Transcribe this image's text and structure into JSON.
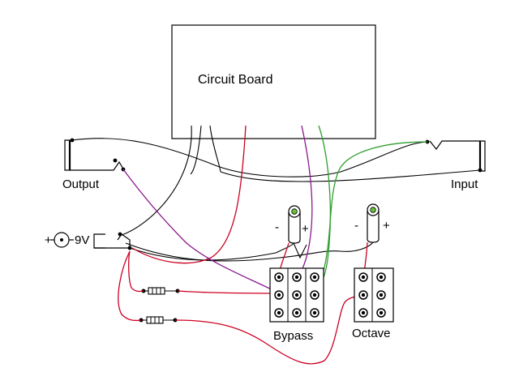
{
  "labels": {
    "circuit_board": "Circuit Board",
    "output": "Output",
    "input": "Input",
    "power": "9V",
    "power_polarity": "+",
    "led_bypass_minus": "-",
    "led_bypass_plus": "+",
    "led_octave_minus": "-",
    "led_octave_plus": "+",
    "bypass_switch": "Bypass",
    "octave_switch": "Octave"
  },
  "wire_colors": {
    "black": "#000000",
    "red": "#cc0022",
    "purple": "#8a1a8e",
    "green": "#2e9e2e",
    "blue": "#1a78c2"
  },
  "led_color": "#66c23a",
  "icons": [
    "dc-jack-icon",
    "led-icon",
    "resistor-icon",
    "footswitch-icon",
    "audio-jack-icon"
  ]
}
